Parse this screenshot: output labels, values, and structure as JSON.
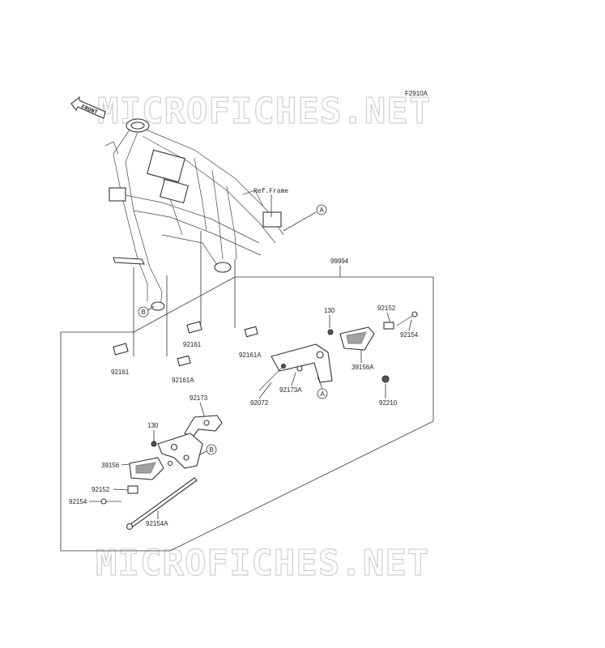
{
  "figure_code": "F2910A",
  "front_label": "FRONT",
  "ref_frame": "Ref.Frame",
  "watermark": "MICROFICHES.NET",
  "callouts": {
    "a": "A",
    "b": "B"
  },
  "parts": {
    "p99994": "99994",
    "p130_top": "130",
    "p92152_top": "92152",
    "p92154_top": "92154",
    "p39156A": "39156A",
    "p92210": "92210",
    "p92072": "92072",
    "p92173A": "92173A",
    "p92161A_right": "92161A",
    "p92161_mid": "92161",
    "p92161_left": "92161",
    "p92161A_left": "92161A",
    "p92173": "92173",
    "p130_bottom": "130",
    "p39156": "39156",
    "p92152_bottom": "92152",
    "p92154_bottom": "92154",
    "p92154A": "92154A"
  }
}
